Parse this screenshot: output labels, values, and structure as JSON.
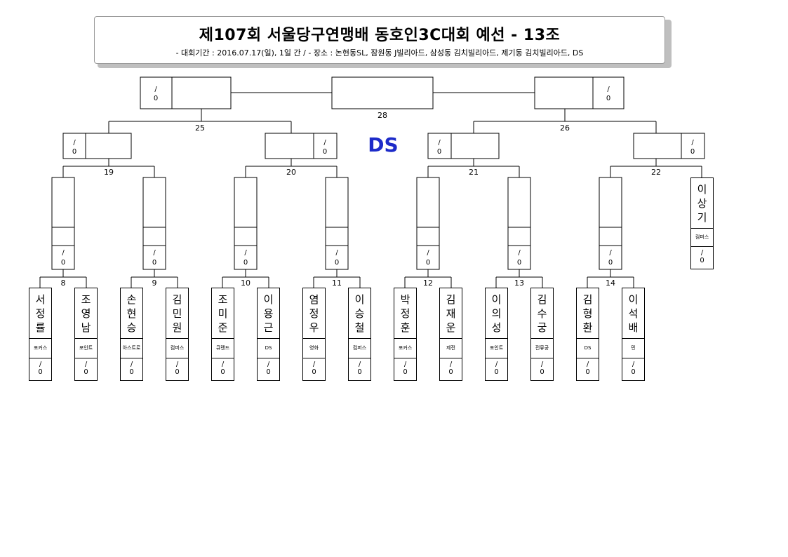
{
  "header": {
    "title": "제107회 서울당구연맹배 동호인3C대회 예선 - 13조",
    "subtitle": "- 대회기간 : 2016.07.17(일), 1일 간 / - 장소 : 논현동SL, 잠원동 J빌리아드, 삼성동 김치빌리아드, 제기동 김치빌리아드, DS"
  },
  "venue_label": "DS",
  "venue_color": "#1d2bc9",
  "score_placeholder": "/\n0",
  "match_numbers": {
    "m28": "28",
    "m25": "25",
    "m26": "26",
    "m19": "19",
    "m20": "20",
    "m21": "21",
    "m22": "22",
    "m8": "8",
    "m9": "9",
    "m10": "10",
    "m11": "11",
    "m12": "12",
    "m13": "13",
    "m14": "14"
  },
  "players": [
    {
      "name": "서정률",
      "club": "포커스",
      "score": "/\n0"
    },
    {
      "name": "조영남",
      "club": "포인트",
      "score": "/\n0"
    },
    {
      "name": "손현승",
      "club": "아스트로",
      "score": "/\n0"
    },
    {
      "name": "김민원",
      "club": "컴퍼스",
      "score": "/\n0"
    },
    {
      "name": "조미준",
      "club": "큐랜드",
      "score": "/\n0"
    },
    {
      "name": "이용근",
      "club": "DS",
      "score": "/\n0"
    },
    {
      "name": "염정우",
      "club": "영화",
      "score": "/\n0"
    },
    {
      "name": "이승철",
      "club": "컴퍼스",
      "score": "/\n0"
    },
    {
      "name": "박정훈",
      "club": "포커스",
      "score": "/\n0"
    },
    {
      "name": "김재운",
      "club": "제전",
      "score": "/\n0"
    },
    {
      "name": "이의성",
      "club": "포인트",
      "score": "/\n0"
    },
    {
      "name": "김수궁",
      "club": "전류궁",
      "score": "/\n0"
    },
    {
      "name": "김형환",
      "club": "DS",
      "score": "/\n0"
    },
    {
      "name": "이석배",
      "club": "민",
      "score": "/\n0"
    }
  ],
  "bye_player": {
    "name": "이상기",
    "club": "컴퍼스",
    "score": "/\n0"
  }
}
